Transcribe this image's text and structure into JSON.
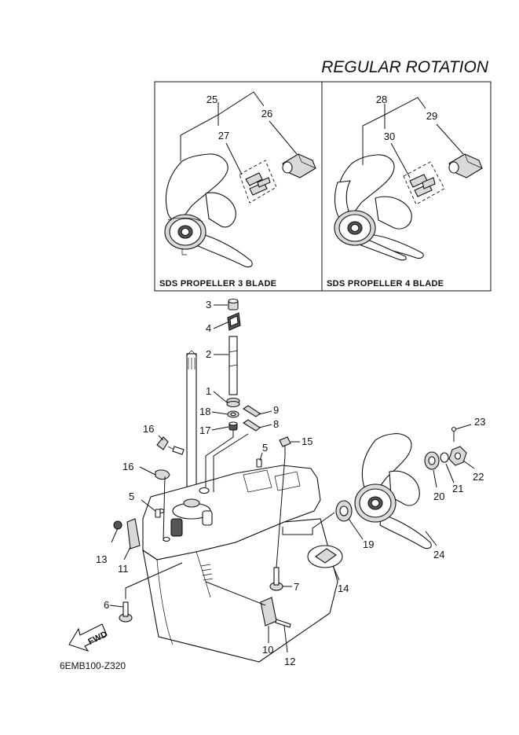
{
  "title": "REGULAR ROTATION",
  "panels": [
    {
      "label": "SDS PROPELLER 3 BLADE"
    },
    {
      "label": "SDS PROPELLER 4 BLADE"
    }
  ],
  "diagram_code": "6EMB100-Z320",
  "fwd_label": "FWD",
  "callouts": {
    "c25": "25",
    "c26": "26",
    "c27": "27",
    "c28": "28",
    "c29": "29",
    "c30": "30",
    "c3": "3",
    "c4": "4",
    "c2": "2",
    "c1": "1",
    "c18": "18",
    "c17": "17",
    "c9": "9",
    "c8": "8",
    "c16a": "16",
    "c16b": "16",
    "c5a": "5",
    "c5b": "5",
    "c15": "15",
    "c13": "13",
    "c11": "11",
    "c6": "6",
    "c7": "7",
    "c10": "10",
    "c12": "12",
    "c14": "14",
    "c19": "19",
    "c20": "20",
    "c21": "21",
    "c22": "22",
    "c23": "23",
    "c24": "24"
  }
}
